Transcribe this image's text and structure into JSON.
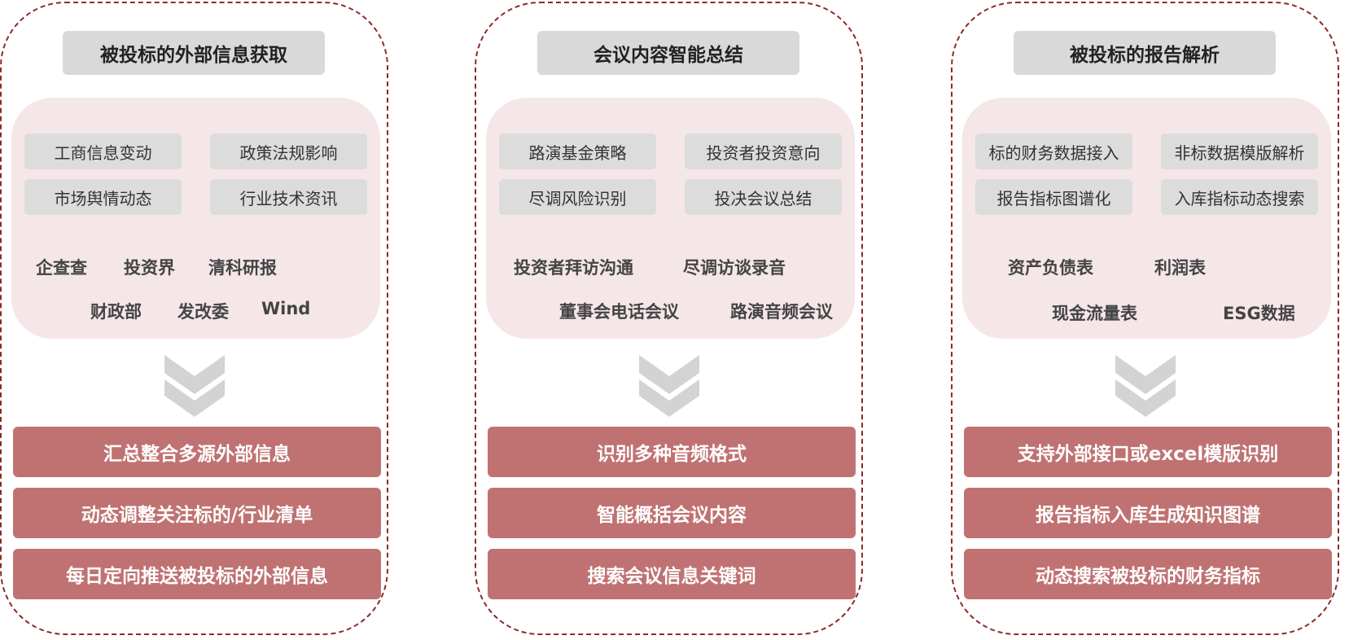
{
  "columns": [
    {
      "title": "被投标的外部信息获取",
      "tags": [
        "工商信息变动",
        "政策法规影响",
        "市场舆情动态",
        "行业技术资讯"
      ],
      "sources": [
        "企查查",
        "投资界",
        "清科研报",
        "财政部",
        "发改委",
        "Wind"
      ],
      "features": [
        "汇总整合多源外部信息",
        "动态调整关注标的/行业清单",
        "每日定向推送被投标的外部信息"
      ]
    },
    {
      "title": "会议内容智能总结",
      "tags": [
        "路演基金策略",
        "投资者投资意向",
        "尽调风险识别",
        "投决会议总结"
      ],
      "sources": [
        "投资者拜访沟通",
        "尽调访谈录音",
        "董事会电话会议",
        "路演音频会议"
      ],
      "features": [
        "识别多种音频格式",
        "智能概括会议内容",
        "搜索会议信息关键词"
      ]
    },
    {
      "title": "被投标的报告解析",
      "tags": [
        "标的财务数据接入",
        "非标数据模版解析",
        "报告指标图谱化",
        "入库指标动态搜索"
      ],
      "sources": [
        "资产负债表",
        "利润表",
        "现金流量表",
        "ESG数据"
      ],
      "features": [
        "支持外部接口或excel模版识别",
        "报告指标入库生成知识图谱",
        "动态搜索被投标的财务指标"
      ]
    }
  ],
  "colors": {
    "border": "#8b2a2a",
    "panel": "#f5e6e8",
    "tag": "#dcdcdc",
    "title_box": "#d9d9d9",
    "feature": "#c07272",
    "chevron": "#d3d3d3"
  },
  "icons": [
    "chevron-down-icon"
  ]
}
